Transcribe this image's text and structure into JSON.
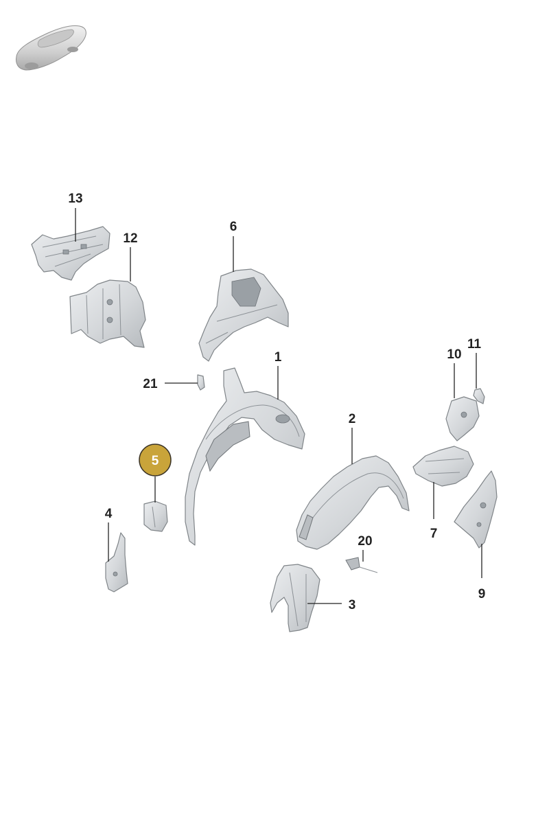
{
  "colors": {
    "highlight_fill": "#c9a43a",
    "highlight_stroke": "#3a3326",
    "label_text": "#222222",
    "part_fill": "#d9dcdf",
    "part_stroke": "#7f8488"
  },
  "overview_icon": "car-silhouette-icon",
  "callouts": [
    {
      "id": "13",
      "label": "13",
      "highlighted": false
    },
    {
      "id": "12",
      "label": "12",
      "highlighted": false
    },
    {
      "id": "6",
      "label": "6",
      "highlighted": false
    },
    {
      "id": "1",
      "label": "1",
      "highlighted": false
    },
    {
      "id": "21",
      "label": "21",
      "highlighted": false
    },
    {
      "id": "10",
      "label": "10",
      "highlighted": false
    },
    {
      "id": "11",
      "label": "11",
      "highlighted": false
    },
    {
      "id": "2",
      "label": "2",
      "highlighted": false
    },
    {
      "id": "5",
      "label": "5",
      "highlighted": true
    },
    {
      "id": "4",
      "label": "4",
      "highlighted": false
    },
    {
      "id": "7",
      "label": "7",
      "highlighted": false
    },
    {
      "id": "20",
      "label": "20",
      "highlighted": false
    },
    {
      "id": "9",
      "label": "9",
      "highlighted": false
    },
    {
      "id": "3",
      "label": "3",
      "highlighted": false
    }
  ]
}
